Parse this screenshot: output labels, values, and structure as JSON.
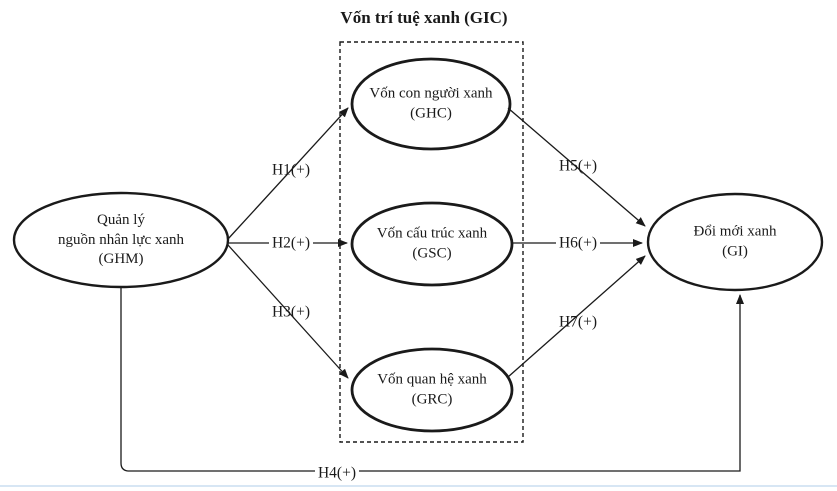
{
  "title": "Vốn trí tuệ xanh (GIC)",
  "nodes": {
    "ghm": {
      "label": "Quản lý\nnguồn nhân lực xanh\n(GHM)"
    },
    "ghc": {
      "label": "Vốn con người xanh\n(GHC)"
    },
    "gsc": {
      "label": "Vốn cấu trúc xanh\n(GSC)"
    },
    "grc": {
      "label": "Vốn quan hệ xanh\n(GRC)"
    },
    "gi": {
      "label": "Đổi mới xanh\n(GI)"
    }
  },
  "hypotheses": {
    "h1": "H1(+)",
    "h2": "H2(+)",
    "h3": "H3(+)",
    "h4": "H4(+)",
    "h5": "H5(+)",
    "h6": "H6(+)",
    "h7": "H7(+)"
  },
  "colors": {
    "line": "#1a1a1a",
    "background": "#ffffff",
    "bottom_rule": "#d7e6f4"
  }
}
